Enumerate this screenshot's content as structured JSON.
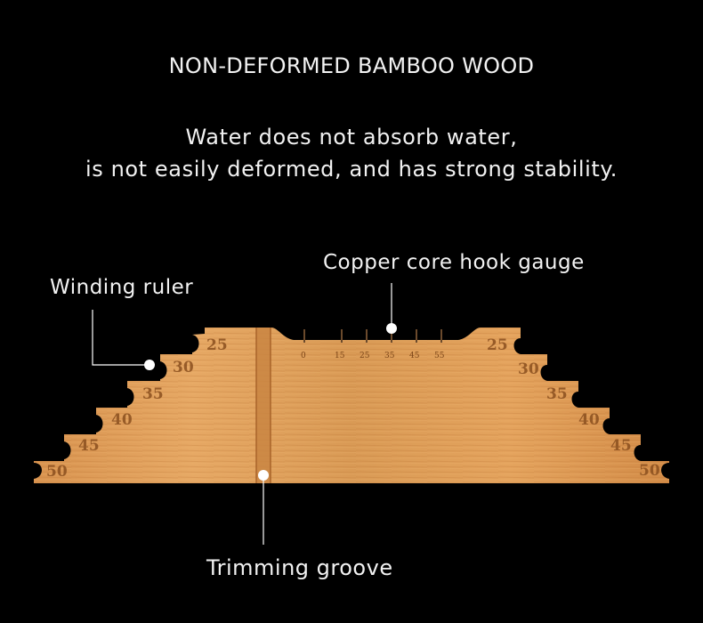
{
  "header": {
    "title": "NON-DEFORMED BAMBOO WOOD",
    "line1": "Water does not absorb water,",
    "line2": "is not easily deformed, and has strong stability."
  },
  "callouts": {
    "hook_gauge": "Copper core hook gauge",
    "winding_ruler": "Winding ruler",
    "trimming_groove": "Trimming groove"
  },
  "ruler_marks": {
    "left": [
      "25",
      "30",
      "35",
      "40",
      "45",
      "50"
    ],
    "right": [
      "25",
      "30",
      "35",
      "40",
      "45",
      "50"
    ],
    "center": [
      "0",
      "15",
      "25",
      "35",
      "45",
      "55"
    ]
  },
  "colors": {
    "background": "#000000",
    "bamboo_light": "#e3a05a",
    "bamboo_dark": "#b8702f",
    "callout_line": "#ffffff"
  }
}
